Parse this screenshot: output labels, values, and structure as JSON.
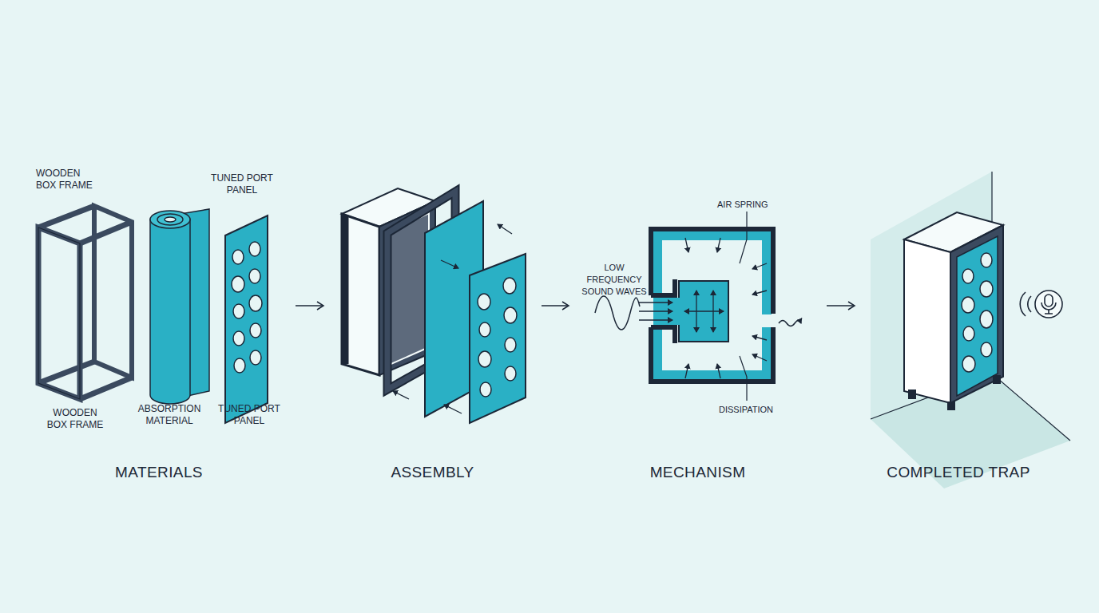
{
  "diagram": {
    "nodes": [
      {
        "text": [
          "MATERIALS"
        ]
      },
      {
        "text": [
          "ASSEMBLY"
        ]
      },
      {
        "text": [
          "MECHANISM"
        ]
      },
      {
        "text": [
          "COMPLETED TRAP"
        ]
      }
    ],
    "edges": [
      {
        "from": 0,
        "to": 1,
        "arrow": "to"
      },
      {
        "from": 1,
        "to": 2,
        "arrow": "to"
      },
      {
        "from": 2,
        "to": 3,
        "arrow": "to"
      }
    ],
    "labels": [
      "WOODEN BOX FRAME",
      "TUNED PORT PANEL",
      "AIR SPRING",
      "LOW FREQUENCY SOUND WAVES",
      "WOODEN BOX FRAME",
      "ABSORPTION MATERIAL",
      "TUNED PORT PANEL",
      "DISSIPATION"
    ]
  }
}
